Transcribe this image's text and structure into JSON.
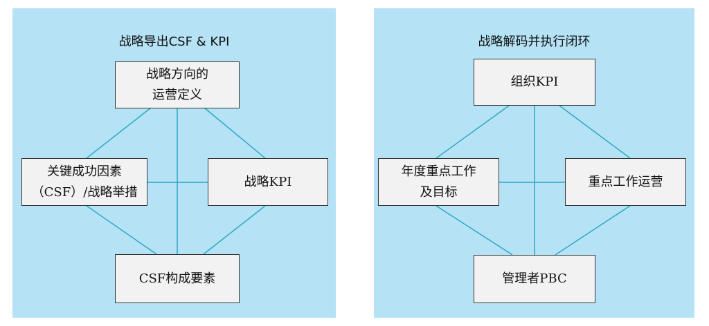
{
  "left_panel": {
    "title": "战略导出CSF & KPI",
    "top_box": "战略方向的\n运营定义",
    "left_box": "关键成功因素\n（CSF）/战略举措",
    "right_box": "战略KPI",
    "bottom_box": "CSF构成要素"
  },
  "right_panel": {
    "title": "战略解码并执行闭环",
    "top_box": "组织KPI",
    "left_box": "年度重点工作\n及目标",
    "right_box": "重点工作运营",
    "bottom_box": "管理者PBC"
  },
  "colors": {
    "panel_bg": "#b5e3f5",
    "connector": "#2aa8c4",
    "box_bg": "#f2f2f2",
    "box_border": "#333333"
  }
}
